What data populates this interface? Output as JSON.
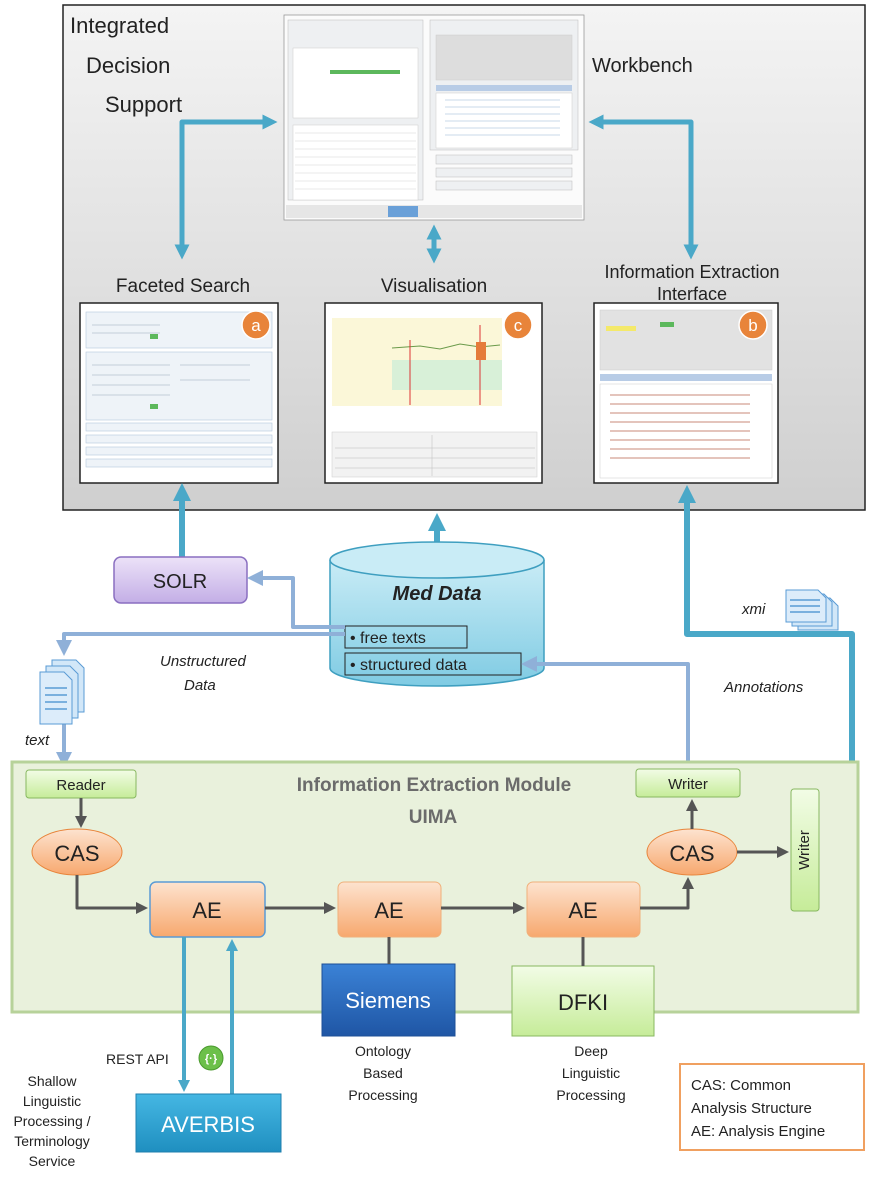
{
  "top_panel": {
    "title_lines": [
      "Integrated",
      "Decision",
      "Support"
    ],
    "workbench_label": "Workbench",
    "faceted_search_label": "Faceted Search",
    "visualisation_label": "Visualisation",
    "ie_interface_label_lines": [
      "Information Extraction",
      "Interface"
    ],
    "badges": {
      "a": "a",
      "b": "b",
      "c": "c"
    }
  },
  "solr": {
    "label": "SOLR"
  },
  "med_data": {
    "title": "Med Data",
    "items": [
      "• free texts",
      "• structured data"
    ]
  },
  "flow_labels": {
    "unstructured_lines": [
      "Unstructured",
      "Data"
    ],
    "text": "text",
    "xmi": "xmi",
    "annotations": "Annotations",
    "rest_api": "REST API"
  },
  "module": {
    "title_line1": "Information Extraction Module",
    "title_line2": "UIMA",
    "reader": "Reader",
    "writer_top": "Writer",
    "writer_side": "Writer",
    "cas_left": "CAS",
    "cas_right": "CAS",
    "ae1": "AE",
    "ae2": "AE",
    "ae3": "AE",
    "siemens": "Siemens",
    "dfki": "DFKI"
  },
  "averbis": {
    "label": "AVERBIS"
  },
  "captions": {
    "shallow_lines": [
      "Shallow",
      "Linguistic",
      "Processing /",
      "Terminology",
      "Service"
    ],
    "ontology_lines": [
      "Ontology",
      "Based",
      "Processing"
    ],
    "deep_lines": [
      "Deep",
      "Linguistic",
      "Processing"
    ]
  },
  "legend": {
    "lines": [
      "CAS: Common",
      "Analysis Structure",
      "AE: Analysis Engine"
    ],
    "border_color": "#f0a060"
  },
  "colors": {
    "arrow_blue": "#4aa8c8",
    "arrow_light": "#8fb0d8",
    "arrow_dark": "#555555",
    "ae_fill": "#f9b784",
    "cas_fill": "#f9b784",
    "module_bg": "#e9f1dc",
    "siemens": "#2d6fc2",
    "averbis": "#2f9fcf",
    "dfki_fill": "#d8f2b6",
    "solr_fill": "#d6c4ec",
    "med_fill": "#9bd8ea",
    "badge": "#e8843a"
  }
}
